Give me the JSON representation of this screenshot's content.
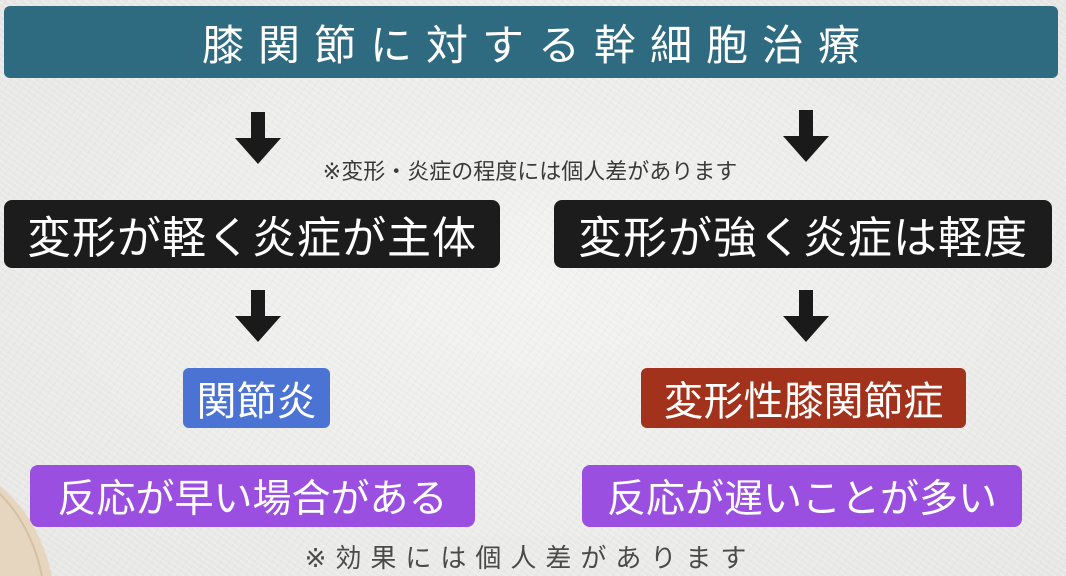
{
  "title": "膝関節に対する幹細胞治療",
  "note_top": "※変形・炎症の程度には個人差があります",
  "left": {
    "condition": "変形が軽く炎症が主体",
    "diagnosis": "関節炎",
    "response": "反応が早い場合がある"
  },
  "right": {
    "condition": "変形が強く炎症は軽度",
    "diagnosis": "変形性膝関節症",
    "response": "反応が遅いことが多い"
  },
  "note_bottom": "※効果には個人差があります",
  "colors": {
    "title_bar": "#2e6a80",
    "condition_box": "#1c1c1c",
    "diagnosis_left": "#4b73d4",
    "diagnosis_right": "#a2321c",
    "response_box": "#9a4fe0",
    "arrow": "#1a1a1a"
  },
  "icons": {
    "arrow": "down-arrow-icon"
  }
}
